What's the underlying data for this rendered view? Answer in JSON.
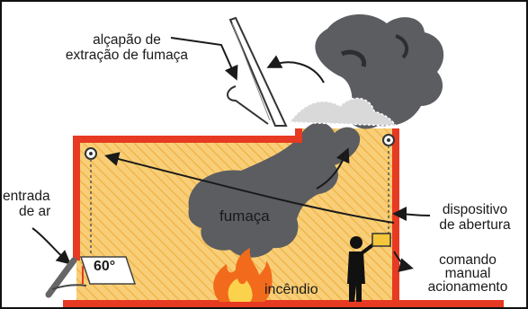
{
  "labels": {
    "hatch": [
      "alçapão de",
      "extração de fumaça"
    ],
    "air_inlet": [
      "entrada",
      "de ar"
    ],
    "angle": "60°",
    "smoke": "fumaça",
    "fire": "incêndio",
    "opening_device": [
      "dispositivo",
      "de abertura"
    ],
    "manual_control": [
      "comando",
      "manual",
      "acionamento"
    ]
  },
  "colors": {
    "wall": "#e63a22",
    "interior": "#f8cf78",
    "smoke": "#5b5d60",
    "flame": "#f26a1b",
    "person": "#111111",
    "panel": "#f5c63a"
  }
}
